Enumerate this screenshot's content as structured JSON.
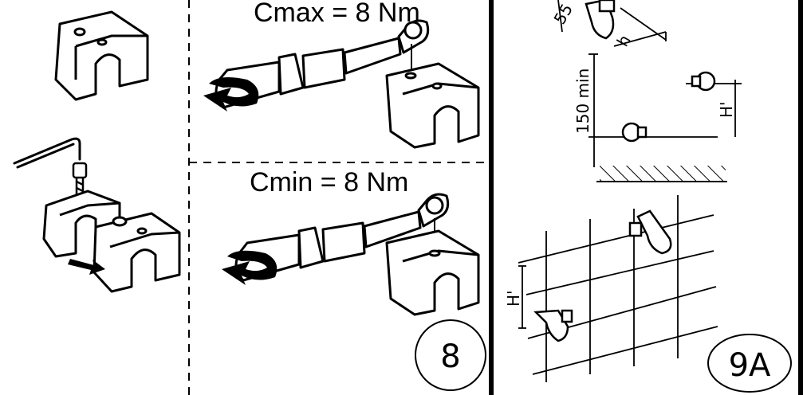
{
  "panel_left": {
    "torque_max": "Cmax = 8 Nm",
    "torque_min": "Cmin = 8 Nm",
    "step_number": "8"
  },
  "panel_right": {
    "dim_55": "55",
    "dim_h": "h",
    "dim_150min": "150 min",
    "dim_h_prime_top": "H'",
    "dim_h_prime_bottom": "H'",
    "step_number": "9A"
  }
}
